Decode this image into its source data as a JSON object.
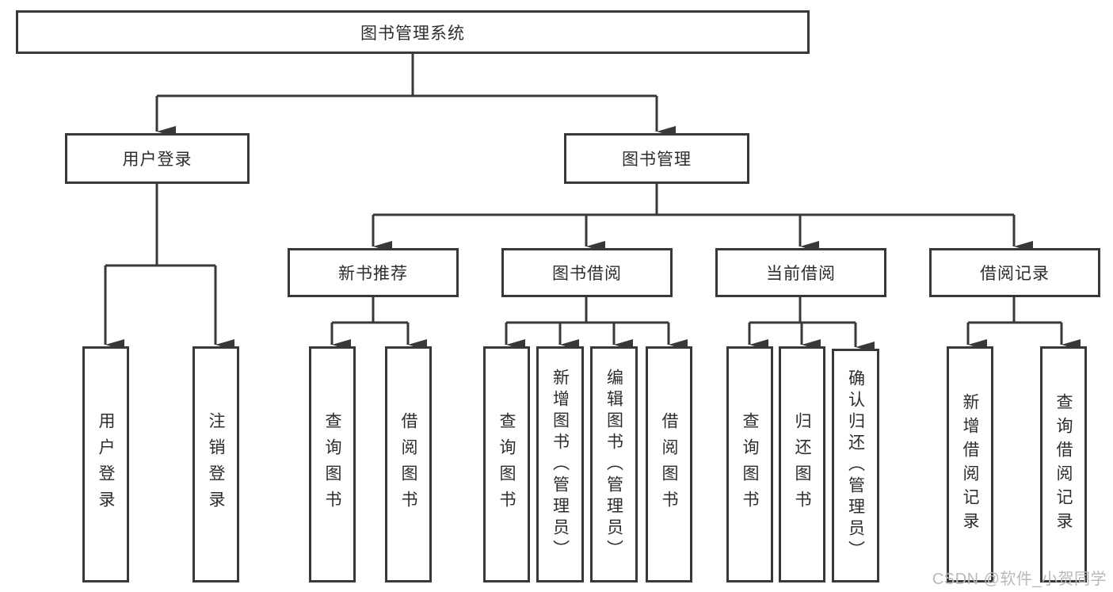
{
  "diagram": {
    "type": "hierarchy-tree",
    "nodes": {
      "root": {
        "label": "图书管理系统"
      },
      "login": {
        "label": "用户登录"
      },
      "mgmt": {
        "label": "图书管理"
      },
      "rec": {
        "label": "新书推荐"
      },
      "borrow": {
        "label": "图书借阅"
      },
      "current": {
        "label": "当前借阅"
      },
      "record": {
        "label": "借阅记录"
      },
      "leaf_login": {
        "label": "用户登录"
      },
      "leaf_logout": {
        "label": "注销登录"
      },
      "leaf_query1": {
        "label": "查询图书"
      },
      "leaf_borrow1": {
        "label": "借阅图书"
      },
      "leaf_query2": {
        "label": "查询图书"
      },
      "leaf_add": {
        "label": "新增图书（管理员）"
      },
      "leaf_edit": {
        "label": "编辑图书（管理员）"
      },
      "leaf_borrow2": {
        "label": "借阅图书"
      },
      "leaf_query3": {
        "label": "查询图书"
      },
      "leaf_return": {
        "label": "归还图书"
      },
      "leaf_confirm": {
        "label": "确认归还（管理员）"
      },
      "leaf_addrec": {
        "label": "新增借阅记录"
      },
      "leaf_queryrec": {
        "label": "查询借阅记录"
      }
    },
    "edges": [
      [
        "图书管理系统",
        "用户登录"
      ],
      [
        "图书管理系统",
        "图书管理"
      ],
      [
        "用户登录",
        "用户登录"
      ],
      [
        "用户登录",
        "注销登录"
      ],
      [
        "图书管理",
        "新书推荐"
      ],
      [
        "图书管理",
        "图书借阅"
      ],
      [
        "图书管理",
        "当前借阅"
      ],
      [
        "图书管理",
        "借阅记录"
      ],
      [
        "新书推荐",
        "查询图书"
      ],
      [
        "新书推荐",
        "借阅图书"
      ],
      [
        "图书借阅",
        "查询图书"
      ],
      [
        "图书借阅",
        "新增图书（管理员）"
      ],
      [
        "图书借阅",
        "编辑图书（管理员）"
      ],
      [
        "图书借阅",
        "借阅图书"
      ],
      [
        "当前借阅",
        "查询图书"
      ],
      [
        "当前借阅",
        "归还图书"
      ],
      [
        "当前借阅",
        "确认归还（管理员）"
      ],
      [
        "借阅记录",
        "新增借阅记录"
      ],
      [
        "借阅记录",
        "查询借阅记录"
      ]
    ],
    "colors": {
      "line": "#383838",
      "box_border": "#383838",
      "text": "#2d2d2d",
      "background": "#ffffff",
      "watermark": "#b9b9b9"
    }
  },
  "watermark": {
    "text": "CSDN @软件_小贺同学"
  }
}
